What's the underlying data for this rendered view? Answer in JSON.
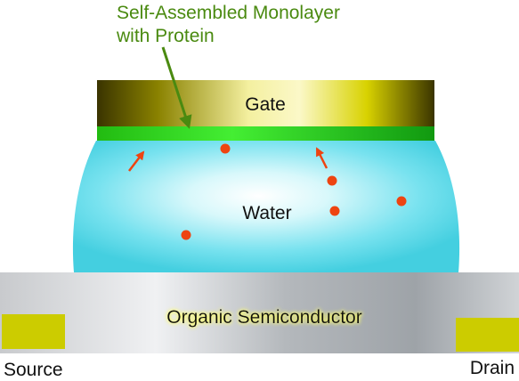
{
  "annotation": {
    "line1": "Self-Assembled Monolayer",
    "line2": "with Protein"
  },
  "labels": {
    "gate": "Gate",
    "water": "Water",
    "semiconductor": "Organic Semiconductor",
    "source": "Source",
    "drain": "Drain"
  },
  "colors": {
    "annotation_text": "#4a8a10",
    "annotation_arrow": "#4a8a10",
    "ion_dots": "#ee4411",
    "ion_arrows": "#ee4411",
    "monolayer": "#22cc11",
    "electrodes": "#cccc00",
    "gate_gold": "#d8d200",
    "water": "#66e0ee",
    "semiconductor": "#c4c8cc",
    "semiconductor_label_glow": "#ffff66"
  }
}
